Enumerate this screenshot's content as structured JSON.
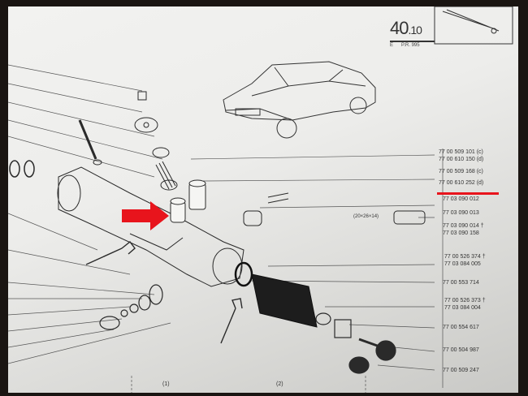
{
  "header": {
    "section_number": "40",
    "section_sub": ".10",
    "label_e": "E",
    "label_pr": "P.R. 995"
  },
  "part_numbers": [
    "77 00 509 101 (c)",
    "77 00 610 150 (d)",
    "77 00 509 168 (c)",
    "77 00 610 252 (d)",
    "77 03 090 012",
    "77 03 090 013",
    "77 03 090 014 †",
    "77 03 090 158",
    "77 00 526 374 †",
    "77 03 084 005",
    "77 00 553 714",
    "77 00 526 373 †",
    "77 03 084 004",
    "77 00 554 617",
    "77 00 504 987",
    "77 00 509 247"
  ],
  "dimension_label": "(20×26×14)",
  "column_labels": [
    "(1)",
    "(2)"
  ],
  "colors": {
    "highlight_arrow": "#e8141c",
    "highlight_underline": "#e8141c",
    "ink": "#2a2a2a"
  }
}
